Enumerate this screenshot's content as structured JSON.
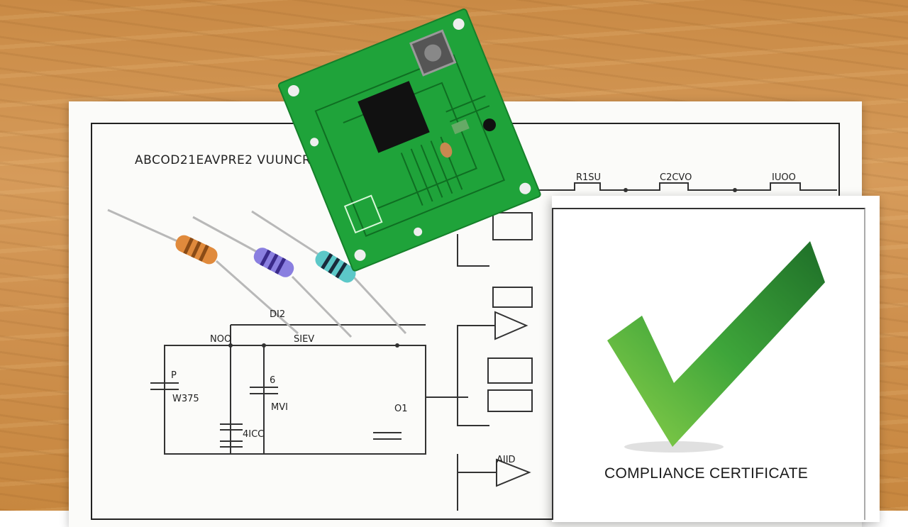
{
  "scene": {
    "schematic_title": "ABCOD21EAVPRE2 VUUNCRE",
    "certificate_title": "COMPLIANCE CERTIFICATE",
    "schematic_labels": [
      "DI2",
      "NOO",
      "SIEV",
      "P",
      "6",
      "W375",
      "MVI",
      "4ICC",
      "O1",
      "R1SU",
      "C2CVO",
      "IUOO",
      "AIID"
    ],
    "colors": {
      "wood": "#d69b5a",
      "pcb_green": "#1fa33a",
      "checkmark_green": "#2e8b2e",
      "paper": "#fbfbf9"
    }
  }
}
